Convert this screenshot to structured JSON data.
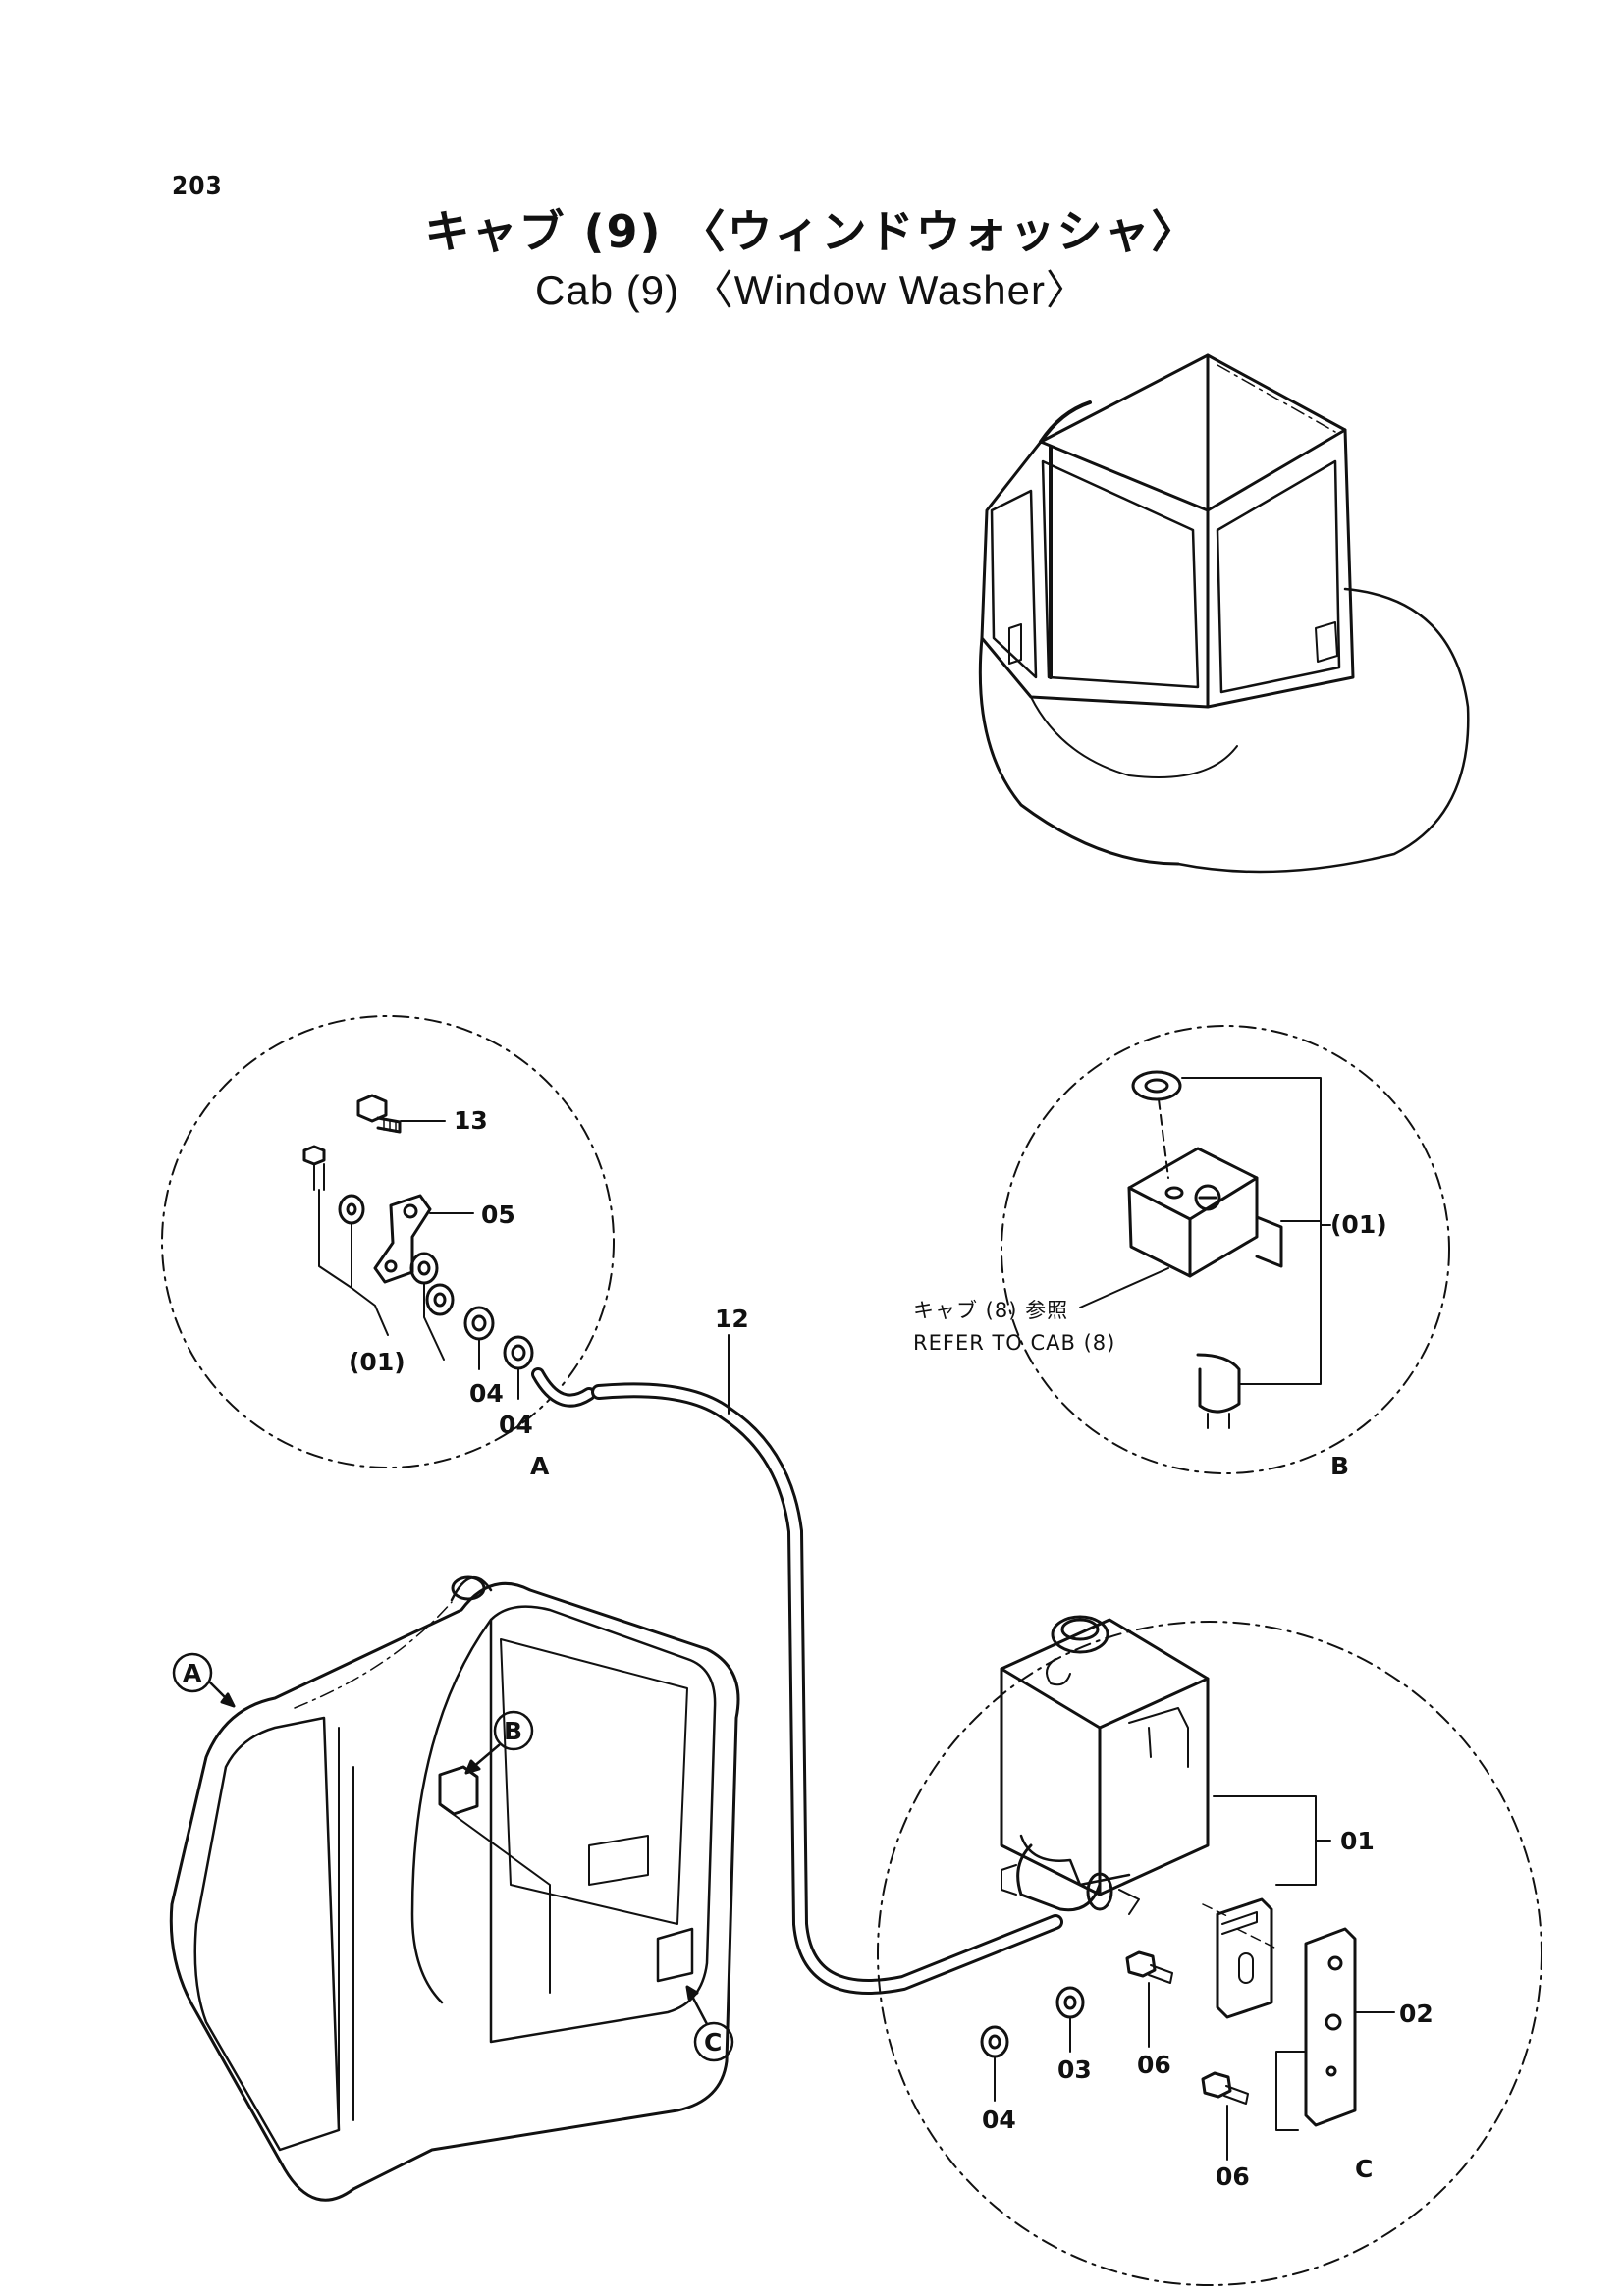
{
  "header": {
    "page_number": "203",
    "title_jp": "キャブ (9) 〈ウィンドウォッシャ〉",
    "title_en": "Cab (9) 〈Window Washer〉"
  },
  "detail_a": {
    "callout": "A",
    "parts": [
      "13",
      "05",
      "(01)",
      "04",
      "04"
    ]
  },
  "detail_b": {
    "callout": "B",
    "parts": [
      "(01)"
    ],
    "note_jp": "キャブ (8) 参照",
    "note_en": "REFER TO CAB (8)"
  },
  "detail_c": {
    "callout": "C",
    "parts": [
      "01",
      "02",
      "06",
      "03",
      "06",
      "04"
    ]
  },
  "hose": {
    "part": "12"
  },
  "cab_callouts": [
    "A",
    "B",
    "C"
  ]
}
